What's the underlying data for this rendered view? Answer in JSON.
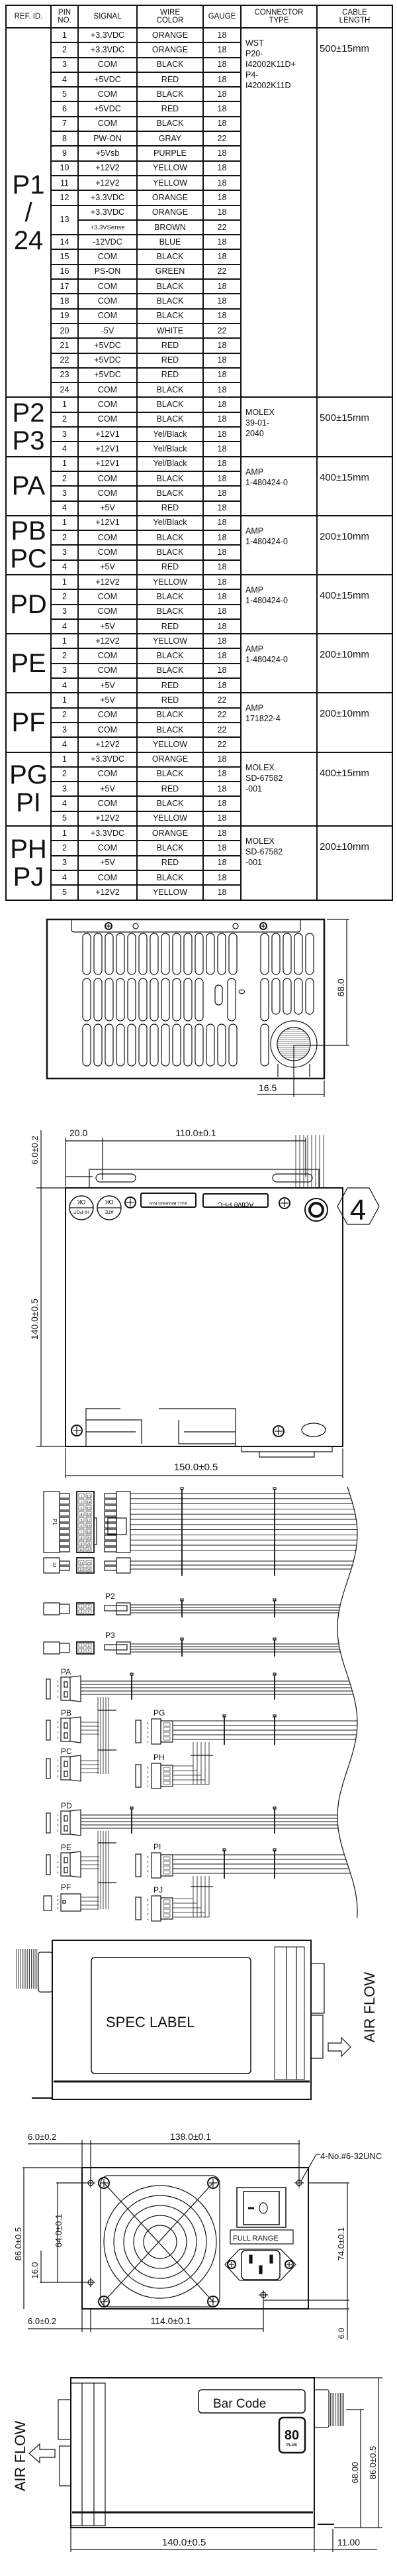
{
  "table": {
    "headers": [
      "REF. ID.",
      "PIN\nNO.",
      "SIGNAL",
      "WIRE\nCOLOR",
      "GAUGE",
      "CONNECTOR\nTYPE",
      "CABLE\nLENGTH"
    ],
    "groups": [
      {
        "ref": [
          "P1",
          "/",
          "24"
        ],
        "connector": [
          "WST",
          "P20-",
          "I42002K11D+",
          "P4-",
          "I42002K11D"
        ],
        "length": "500±15mm",
        "rows": [
          {
            "pin": "1",
            "signal": "+3.3VDC",
            "color": "ORANGE",
            "gauge": "18"
          },
          {
            "pin": "2",
            "signal": "+3.3VDC",
            "color": "ORANGE",
            "gauge": "18"
          },
          {
            "pin": "3",
            "signal": "COM",
            "color": "BLACK",
            "gauge": "18"
          },
          {
            "pin": "4",
            "signal": "+5VDC",
            "color": "RED",
            "gauge": "18"
          },
          {
            "pin": "5",
            "signal": "COM",
            "color": "BLACK",
            "gauge": "18"
          },
          {
            "pin": "6",
            "signal": "+5VDC",
            "color": "RED",
            "gauge": "18"
          },
          {
            "pin": "7",
            "signal": "COM",
            "color": "BLACK",
            "gauge": "18"
          },
          {
            "pin": "8",
            "signal": "PW-ON",
            "color": "GRAY",
            "gauge": "22"
          },
          {
            "pin": "9",
            "signal": "+5Vsb",
            "color": "PURPLE",
            "gauge": "18"
          },
          {
            "pin": "10",
            "signal": "+12V2",
            "color": "YELLOW",
            "gauge": "18"
          },
          {
            "pin": "11",
            "signal": "+12V2",
            "color": "YELLOW",
            "gauge": "18"
          },
          {
            "pin": "12",
            "signal": "+3.3VDC",
            "color": "ORANGE",
            "gauge": "18"
          },
          {
            "pin": "13",
            "pin_span": 2,
            "signal": "+3.3VDC",
            "color": "ORANGE",
            "gauge": "18"
          },
          {
            "signal": "+3.3VSense",
            "color": "BROWN",
            "gauge": "22"
          },
          {
            "pin": "14",
            "signal": "-12VDC",
            "color": "BLUE",
            "gauge": "18"
          },
          {
            "pin": "15",
            "signal": "COM",
            "color": "BLACK",
            "gauge": "18"
          },
          {
            "pin": "16",
            "signal": "PS-ON",
            "color": "GREEN",
            "gauge": "22"
          },
          {
            "pin": "17",
            "signal": "COM",
            "color": "BLACK",
            "gauge": "18"
          },
          {
            "pin": "18",
            "signal": "COM",
            "color": "BLACK",
            "gauge": "18"
          },
          {
            "pin": "19",
            "signal": "COM",
            "color": "BLACK",
            "gauge": "18"
          },
          {
            "pin": "20",
            "signal": "-5V",
            "color": "WHITE",
            "gauge": "22"
          },
          {
            "pin": "21",
            "signal": "+5VDC",
            "color": "RED",
            "gauge": "18"
          },
          {
            "pin": "22",
            "signal": "+5VDC",
            "color": "RED",
            "gauge": "18"
          },
          {
            "pin": "23",
            "signal": "+5VDC",
            "color": "RED",
            "gauge": "18"
          },
          {
            "pin": "24",
            "signal": "COM",
            "color": "BLACK",
            "gauge": "18"
          }
        ]
      },
      {
        "ref": [
          "P2",
          "P3"
        ],
        "connector": [
          "MOLEX",
          "39-01-",
          "2040"
        ],
        "length": "500±15mm",
        "rows": [
          {
            "pin": "1",
            "signal": "COM",
            "color": "BLACK",
            "gauge": "18"
          },
          {
            "pin": "2",
            "signal": "COM",
            "color": "BLACK",
            "gauge": "18"
          },
          {
            "pin": "3",
            "signal": "+12V1",
            "color": "Yel/Black",
            "gauge": "18"
          },
          {
            "pin": "4",
            "signal": "+12V1",
            "color": "Yel/Black",
            "gauge": "18"
          }
        ]
      },
      {
        "ref": [
          "PA"
        ],
        "connector": [
          "AMP",
          "1-480424-0"
        ],
        "length": "400±15mm",
        "rows": [
          {
            "pin": "1",
            "signal": "+12V1",
            "color": "Yel/Black",
            "gauge": "18"
          },
          {
            "pin": "2",
            "signal": "COM",
            "color": "BLACK",
            "gauge": "18"
          },
          {
            "pin": "3",
            "signal": "COM",
            "color": "BLACK",
            "gauge": "18"
          },
          {
            "pin": "4",
            "signal": "+5V",
            "color": "RED",
            "gauge": "18"
          }
        ]
      },
      {
        "ref": [
          "PB",
          "PC"
        ],
        "connector": [
          "AMP",
          "1-480424-0"
        ],
        "length": "200±10mm",
        "rows": [
          {
            "pin": "1",
            "signal": "+12V1",
            "color": "Yel/Black",
            "gauge": "18"
          },
          {
            "pin": "2",
            "signal": "COM",
            "color": "BLACK",
            "gauge": "18"
          },
          {
            "pin": "3",
            "signal": "COM",
            "color": "BLACK",
            "gauge": "18"
          },
          {
            "pin": "4",
            "signal": "+5V",
            "color": "RED",
            "gauge": "18"
          }
        ]
      },
      {
        "ref": [
          "PD"
        ],
        "connector": [
          "AMP",
          "1-480424-0"
        ],
        "length": "400±15mm",
        "rows": [
          {
            "pin": "1",
            "signal": "+12V2",
            "color": "YELLOW",
            "gauge": "18"
          },
          {
            "pin": "2",
            "signal": "COM",
            "color": "BLACK",
            "gauge": "18"
          },
          {
            "pin": "3",
            "signal": "COM",
            "color": "BLACK",
            "gauge": "18"
          },
          {
            "pin": "4",
            "signal": "+5V",
            "color": "RED",
            "gauge": "18"
          }
        ]
      },
      {
        "ref": [
          "PE"
        ],
        "connector": [
          "AMP",
          "1-480424-0"
        ],
        "length": "200±10mm",
        "rows": [
          {
            "pin": "1",
            "signal": "+12V2",
            "color": "YELLOW",
            "gauge": "18"
          },
          {
            "pin": "2",
            "signal": "COM",
            "color": "BLACK",
            "gauge": "18"
          },
          {
            "pin": "3",
            "signal": "COM",
            "color": "BLACK",
            "gauge": "18"
          },
          {
            "pin": "4",
            "signal": "+5V",
            "color": "RED",
            "gauge": "18"
          }
        ]
      },
      {
        "ref": [
          "PF"
        ],
        "connector": [
          "AMP",
          "171822-4"
        ],
        "length": "200±10mm",
        "rows": [
          {
            "pin": "1",
            "signal": "+5V",
            "color": "RED",
            "gauge": "22"
          },
          {
            "pin": "2",
            "signal": "COM",
            "color": "BLACK",
            "gauge": "22"
          },
          {
            "pin": "3",
            "signal": "COM",
            "color": "BLACK",
            "gauge": "22"
          },
          {
            "pin": "4",
            "signal": "+12V2",
            "color": "YELLOW",
            "gauge": "22"
          }
        ]
      },
      {
        "ref": [
          "PG",
          "PI"
        ],
        "connector": [
          "MOLEX",
          "SD-67582",
          "-001"
        ],
        "length": "400±15mm",
        "rows": [
          {
            "pin": "1",
            "signal": "+3.3VDC",
            "color": "ORANGE",
            "gauge": "18"
          },
          {
            "pin": "2",
            "signal": "COM",
            "color": "BLACK",
            "gauge": "18"
          },
          {
            "pin": "3",
            "signal": "+5V",
            "color": "RED",
            "gauge": "18"
          },
          {
            "pin": "4",
            "signal": "COM",
            "color": "BLACK",
            "gauge": "18"
          },
          {
            "pin": "5",
            "signal": "+12V2",
            "color": "YELLOW",
            "gauge": "18"
          }
        ]
      },
      {
        "ref": [
          "PH",
          "PJ"
        ],
        "connector": [
          "MOLEX",
          "SD-67582",
          "-001"
        ],
        "length": "200±10mm",
        "rows": [
          {
            "pin": "1",
            "signal": "+3.3VDC",
            "color": "ORANGE",
            "gauge": "18"
          },
          {
            "pin": "2",
            "signal": "COM",
            "color": "BLACK",
            "gauge": "18"
          },
          {
            "pin": "3",
            "signal": "+5V",
            "color": "RED",
            "gauge": "18"
          },
          {
            "pin": "4",
            "signal": "COM",
            "color": "BLACK",
            "gauge": "18"
          },
          {
            "pin": "5",
            "signal": "+12V2",
            "color": "YELLOW",
            "gauge": "18"
          }
        ]
      }
    ]
  },
  "rear_view": {
    "dim_height": "68.0",
    "dim_offset": "16.5",
    "mark": "0"
  },
  "top_view": {
    "dim_left": "20.0",
    "dim_pitch": "110.0±0.1",
    "dim_top": "6.0±0.2",
    "dim_depth": "140.0±0.5",
    "dim_width": "150.0±0.5",
    "hipot": [
      "HI-POT",
      "OK"
    ],
    "ate": [
      "ATE",
      "OK"
    ],
    "fan_label": "BALL BEARING FAN",
    "pfc_label": "Active PFC",
    "hex_number": "4"
  },
  "cables": {
    "labels": {
      "p1": "P1",
      "p24": "24",
      "p2": "P2",
      "p3": "P3",
      "pa": "PA",
      "pb": "PB",
      "pc": "PC",
      "pd": "PD",
      "pe": "PE",
      "pf": "PF",
      "pg": "PG",
      "ph": "PH",
      "pi": "PI",
      "pj": "PJ"
    },
    "p1_pins_left": [
      "1",
      "2",
      "3",
      "4",
      "5",
      "6",
      "7",
      "8",
      "9",
      "10"
    ],
    "p1_pins_right": [
      "13",
      "14",
      "15",
      "16",
      "17",
      "18",
      "19",
      "20",
      "21",
      "22"
    ],
    "p24_pins": [
      "11",
      "23",
      "12",
      "24"
    ],
    "p2_pins": [
      "1",
      "3",
      "2",
      "4"
    ],
    "pin_numbers_4": [
      "1",
      "2",
      "3",
      "4"
    ],
    "pin_numbers_5": [
      "5",
      "4",
      "3",
      "2",
      "1"
    ],
    "pin_numbers_pf": [
      "4",
      "3",
      "2",
      "1"
    ]
  },
  "side_view": {
    "spec_label": "SPEC LABEL",
    "airflow": "AIR FLOW"
  },
  "front_view": {
    "dim_top_left": "6.0±0.2",
    "dim_top": "138.0±0.1",
    "screw_note": "4-No.#6-32UNC",
    "dim_height": "86.0±0.5",
    "dim_64": "64.0±0.1",
    "dim_16": "16.0",
    "dim_74": "74.0±0.1",
    "dim_bottom_left": "6.0±0.2",
    "dim_bottom": "114.0±0.1",
    "dim_bottom_right": "6.0",
    "full_range": "FULL RANGE"
  },
  "bottom_view": {
    "bar_code": "Bar Code",
    "airflow": "AIR FLOW",
    "dim_68": "68.00",
    "dim_86": "86.0±0.5",
    "dim_length": "140.0±0.5",
    "dim_11": "11.00",
    "badge_number": "80",
    "badge_text": "PLUS"
  }
}
